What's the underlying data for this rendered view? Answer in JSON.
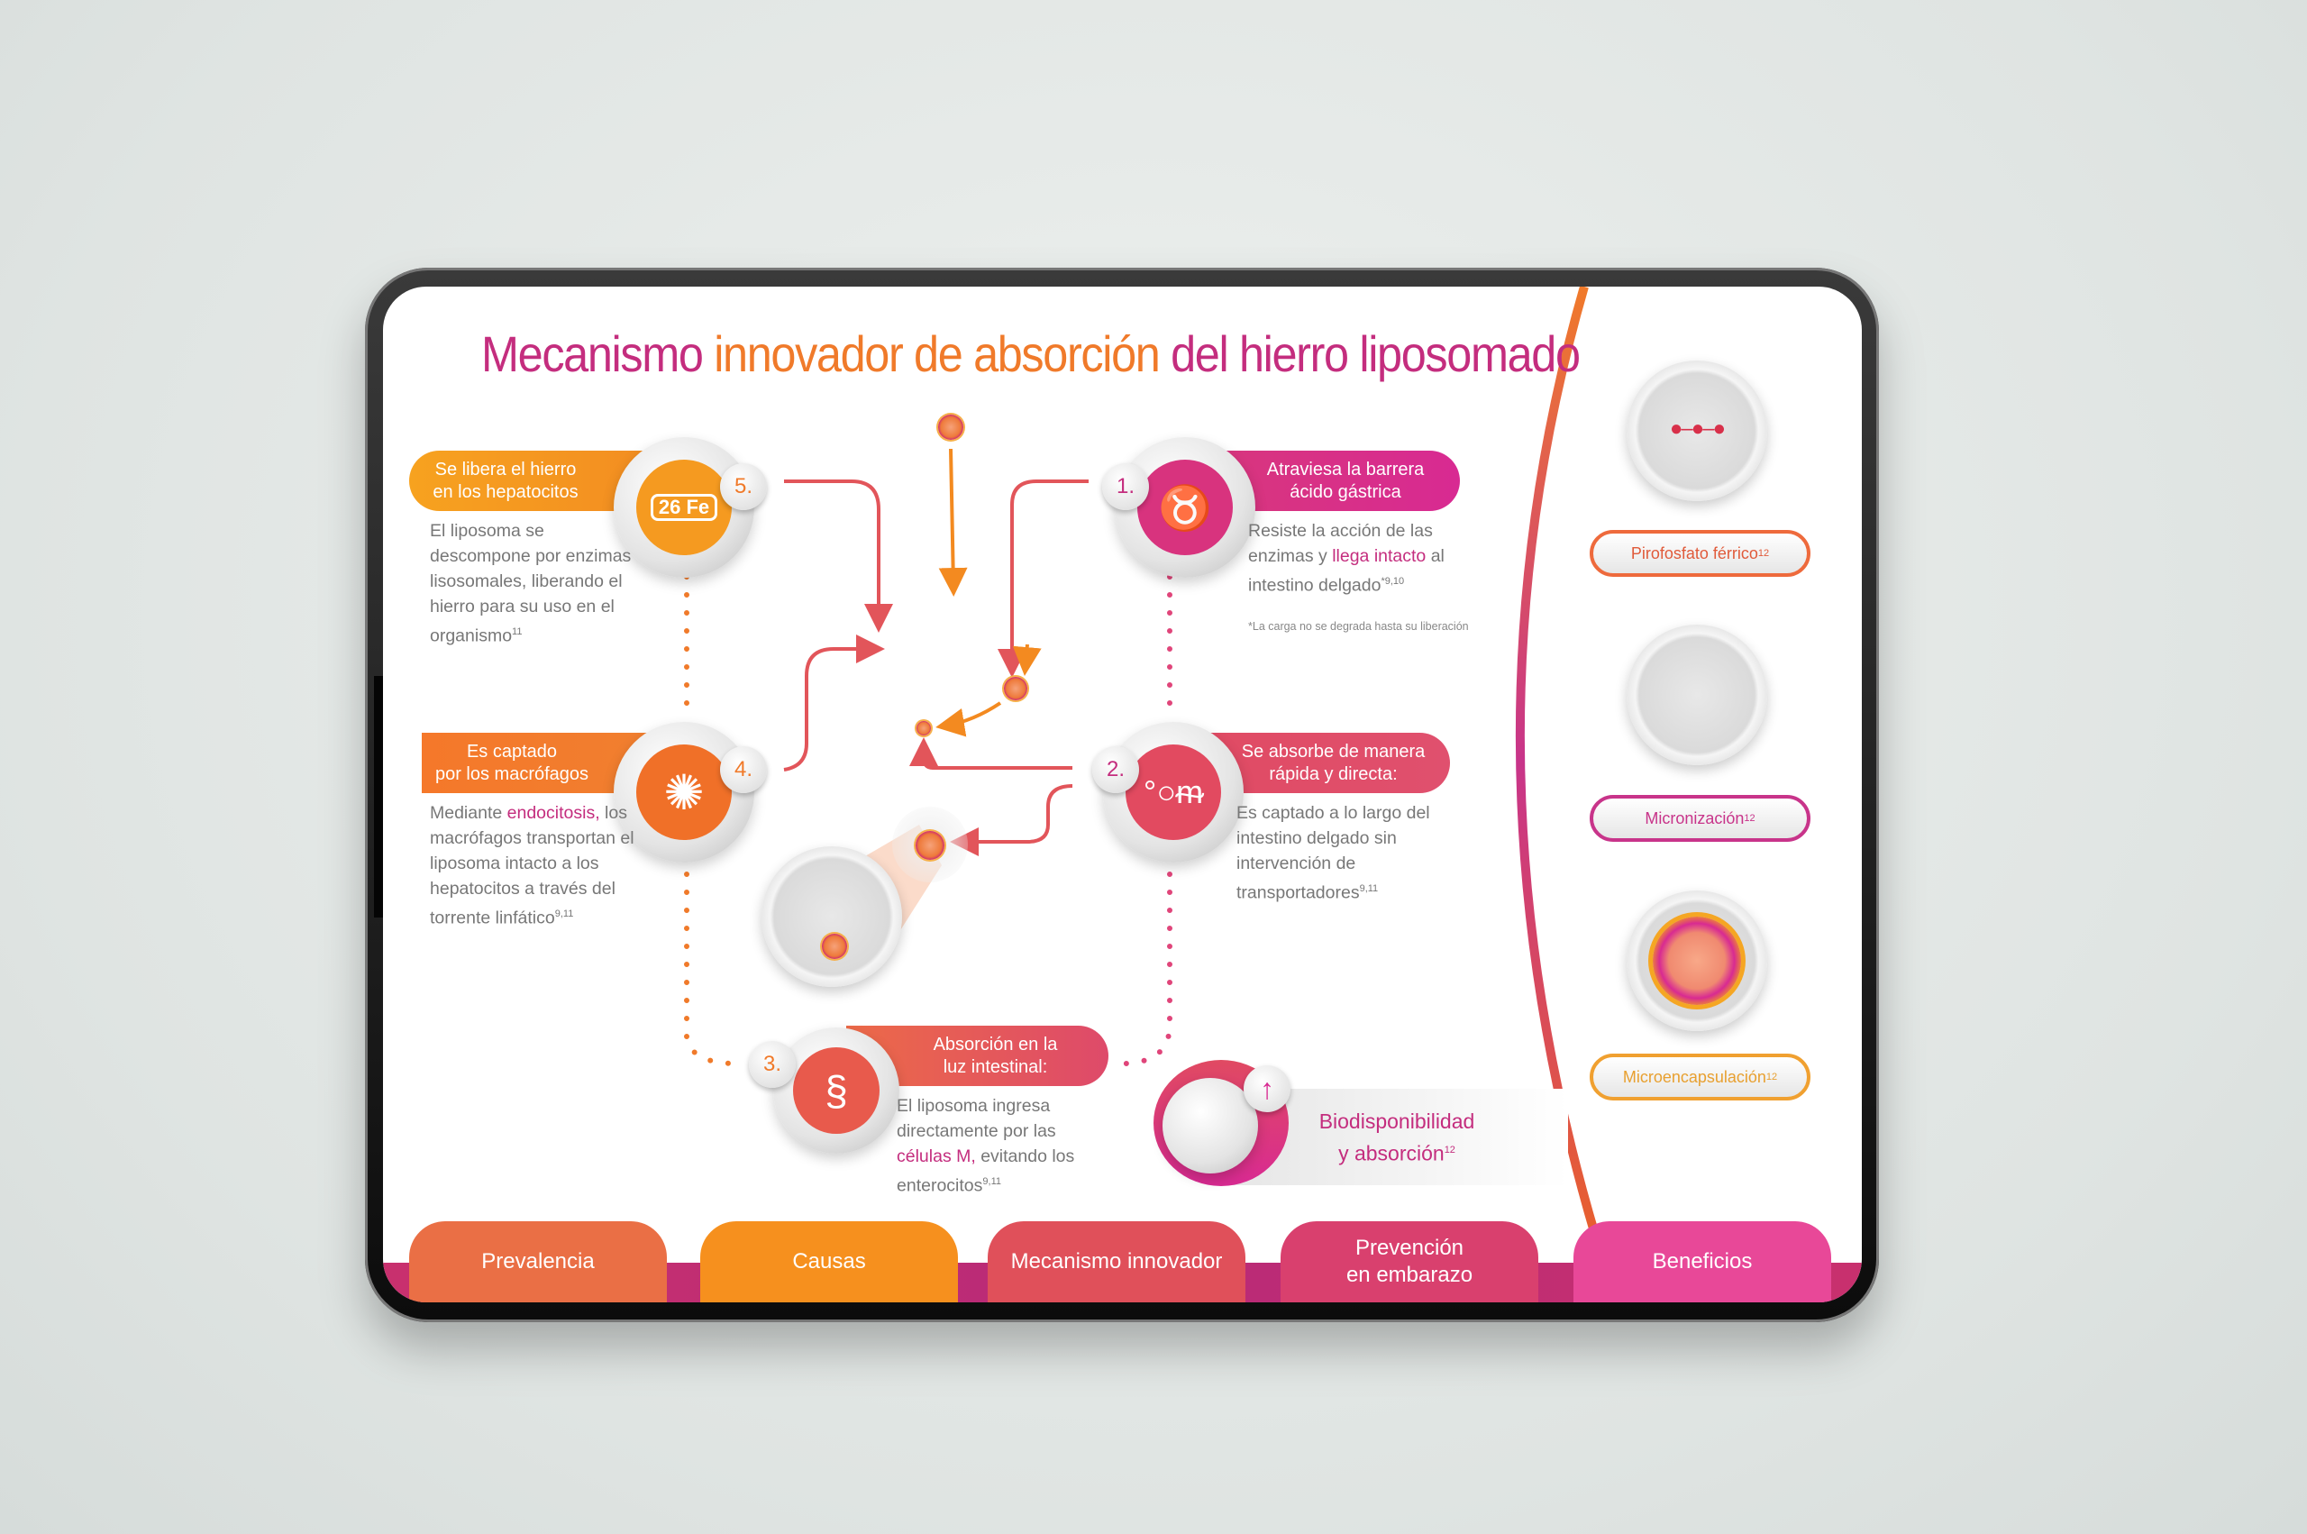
{
  "title": {
    "part1": "Mecanismo ",
    "part2": "innovador de absorción ",
    "part3": "del hierro liposomado"
  },
  "steps": {
    "s5": {
      "num": "5.",
      "title1": "Se libera el hierro",
      "title2": "en los hepatocitos",
      "text": "El liposoma se descompone por enzimas lisosomales, liberando el hierro para su uso en el organismo",
      "sup": "11",
      "icon": "iron-element-icon",
      "icon_label": "26 Fe"
    },
    "s4": {
      "num": "4.",
      "title1": "Es captado",
      "title2": "por los macrófagos",
      "pre": "Mediante ",
      "hl": "endocitosis,",
      "post": " los macrófagos transportan el liposoma intacto a los hepatocitos a través del torrente linfático",
      "sup": "9,11",
      "icon": "macrophage-icon"
    },
    "s1": {
      "num": "1.",
      "title1": "Atraviesa la barrera",
      "title2": "ácido gástrica",
      "pre": "Resiste la acción de las enzimas y ",
      "hl": "llega intacto",
      "post": " al intestino delgado",
      "sup": "*9,10",
      "note": "*La carga no se degrada hasta su liberación",
      "icon": "stomach-icon"
    },
    "s2": {
      "num": "2.",
      "title1": "Se absorbe de manera",
      "title2": "rápida  y directa:",
      "text": "Es captado a lo largo del intestino delgado sin intervención de transportadores",
      "sup": "9,11",
      "icon": "intestinal-villi-icon"
    },
    "s3": {
      "num": "3.",
      "title1": "Absorción en la",
      "title2": "luz intestinal:",
      "pre": "El liposoma ingresa directamente por las ",
      "hl": "células M,",
      "post": " evitando los enterocitos",
      "sup": "9,11",
      "icon": "intestine-icon"
    }
  },
  "bio": {
    "line1": "Biodisponibilidad",
    "line2": "y absorción",
    "sup": "12"
  },
  "right": [
    {
      "label": "Pirofosfato férrico",
      "sup": "12",
      "color": "#ee6a3c"
    },
    {
      "label": "Micronización",
      "sup": "12",
      "color": "#c8348a"
    },
    {
      "label": "Microencapsulación",
      "sup": "12",
      "color": "#f0a030"
    }
  ],
  "tabs": [
    {
      "label": "Prevalencia",
      "color": "#ea6f45"
    },
    {
      "label": "Causas",
      "color": "#f6901e"
    },
    {
      "label": "Mecanismo innovador",
      "color": "#e0505a"
    },
    {
      "label": "Prevención en embarazo",
      "color": "#d9406e"
    },
    {
      "label": "Beneficios",
      "color": "#e84898"
    }
  ]
}
